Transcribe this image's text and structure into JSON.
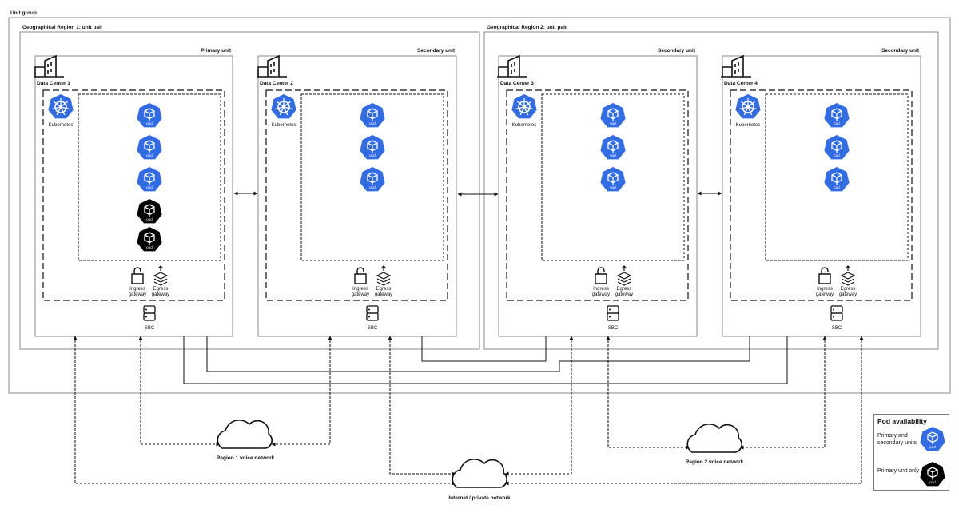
{
  "unit_group": "Unit group",
  "regions": [
    {
      "label": "Geographical Region 1: unit pair"
    },
    {
      "label": "Geographical Region 2: unit pair"
    }
  ],
  "units": [
    {
      "role": "Primary unit",
      "dc": "Data Center 1",
      "pods": [
        "pod",
        "pod",
        "pod",
        "pod",
        "pod"
      ]
    },
    {
      "role": "Secondary unit",
      "dc": "Data Center 2",
      "pods": [
        "pod",
        "pod",
        "pod"
      ]
    },
    {
      "role": "Secondary unit",
      "dc": "Data Center 3",
      "pods": [
        "pod",
        "pod",
        "pod"
      ]
    },
    {
      "role": "Secondary unit",
      "dc": "Data Center 4",
      "pods": [
        "pod",
        "pod",
        "pod"
      ]
    }
  ],
  "labels": {
    "kubernetes": "Kubernetes",
    "ingress_l1": "Ingress",
    "ingress_l2": "gateway",
    "egress_l1": "Egress",
    "egress_l2": "gateway",
    "sbc": "SBC",
    "pod": "pod"
  },
  "networks": {
    "region1": "Region 1 voice network",
    "region2": "Region 2 voice network",
    "internet": "Internet / private network"
  },
  "legend": {
    "title": "Pod availability",
    "primary_secondary": "Primary and secondary units",
    "primary_only": "Primary unit only",
    "pod": "pod"
  },
  "colors": {
    "pod_blue": "#326ce5",
    "pod_black": "#000000",
    "line": "#111111",
    "box_border": "#888888"
  }
}
